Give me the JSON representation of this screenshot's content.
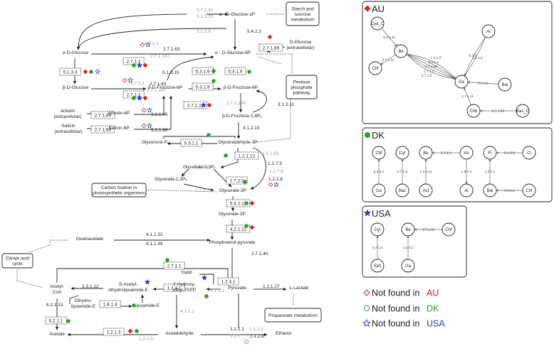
{
  "compounds": [
    {
      "id": "c1",
      "text": "α - D-Glucose-1P"
    },
    {
      "id": "c2",
      "text": "α D-Glucose"
    },
    {
      "id": "c3",
      "text": "α - D-Glucose-6P"
    },
    {
      "id": "c4",
      "text": "β-D-Glucose"
    },
    {
      "id": "c5",
      "text": "β-D-Fructose-6P"
    },
    {
      "id": "c6",
      "text": "β-D-Fructose-6P"
    },
    {
      "id": "c7",
      "text": "β-D-Fructose-1,6P₂"
    },
    {
      "id": "c8",
      "text": "Arbutin"
    },
    {
      "id": "c9",
      "text": "(extracellular)"
    },
    {
      "id": "c10",
      "text": "Arbutin-6P"
    },
    {
      "id": "c11",
      "text": "Salicin"
    },
    {
      "id": "c12",
      "text": "(extracellular)"
    },
    {
      "id": "c13",
      "text": "Salicin-6P"
    },
    {
      "id": "c14",
      "text": "D-Glucose"
    },
    {
      "id": "c15",
      "text": "(extracellular)"
    },
    {
      "id": "c16",
      "text": "Glycerone-P"
    },
    {
      "id": "c17",
      "text": "Glyceraldehyde-3P"
    },
    {
      "id": "c18",
      "text": "Glycerate-1,3P₂"
    },
    {
      "id": "c19",
      "text": "Glycerate-2,3P₂"
    },
    {
      "id": "c20",
      "text": "Glycerate-3P"
    },
    {
      "id": "c21",
      "text": "Glycerate-2P"
    },
    {
      "id": "c22",
      "text": "Oxaloacetate"
    },
    {
      "id": "c23",
      "text": "Phosphoenol-pyruvate"
    },
    {
      "id": "c24",
      "text": "ThPP"
    },
    {
      "id": "c25",
      "text": "Acetyl-"
    },
    {
      "id": "c26",
      "text": "CoA"
    },
    {
      "id": "c27",
      "text": "S-Acetyl-"
    },
    {
      "id": "c28",
      "text": "dihydrolipoamide-E"
    },
    {
      "id": "c29",
      "text": "2-Hydroxy-"
    },
    {
      "id": "c30",
      "text": "ethyl-ThPP"
    },
    {
      "id": "c31",
      "text": "Pyruvate"
    },
    {
      "id": "c32",
      "text": "L-Lactate"
    },
    {
      "id": "c33",
      "text": "Dihydro-"
    },
    {
      "id": "c34",
      "text": "lipoamide-E"
    },
    {
      "id": "c35",
      "text": "Lipoamide-E"
    },
    {
      "id": "c36",
      "text": "Acetate"
    },
    {
      "id": "c37",
      "text": "Acetaldehyde"
    },
    {
      "id": "c38",
      "text": "Ethanol"
    }
  ],
  "boxes": [
    {
      "id": "b1",
      "lines": [
        "Starch and",
        "sucrose",
        "metabolism"
      ]
    },
    {
      "id": "b2",
      "lines": [
        "Pentose",
        "phosphate",
        "pathway"
      ]
    },
    {
      "id": "b3",
      "lines": [
        "Carbon fixation in",
        "photosynthetic organisms"
      ]
    },
    {
      "id": "b4",
      "lines": [
        "Citrate acid",
        "cycle"
      ]
    },
    {
      "id": "b5",
      "lines": [
        "Propanoate metabolism"
      ]
    }
  ],
  "dashed_ec_boxes": [
    {
      "id": "d1",
      "text": "5.1.3.3"
    },
    {
      "id": "d2",
      "text": "2.7.1.2"
    },
    {
      "id": "d3",
      "text": "2.7.1.2"
    },
    {
      "id": "d4",
      "text": "5.3.1.9"
    },
    {
      "id": "d5",
      "text": "5.3.1.9"
    },
    {
      "id": "d6",
      "text": "5.3.1.9"
    },
    {
      "id": "d7",
      "text": "2.7.1.69"
    },
    {
      "id": "d8",
      "text": "2.7.1.11"
    },
    {
      "id": "d9",
      "text": "2.7.1.69"
    },
    {
      "id": "d10",
      "text": "2.7.1.69"
    },
    {
      "id": "d11",
      "text": "5.3.1.1"
    },
    {
      "id": "d12",
      "text": "1.2.1.12"
    },
    {
      "id": "d13",
      "text": "2.7.2.3"
    },
    {
      "id": "d14",
      "text": "5.4.2.11"
    },
    {
      "id": "d15",
      "text": "4.2.1.11"
    },
    {
      "id": "d16",
      "text": "2.7.1.1"
    },
    {
      "id": "d17",
      "text": "1.2.4.1"
    },
    {
      "id": "d18",
      "text": "1.2.4.1"
    },
    {
      "id": "d19",
      "text": "1.8.1.4"
    },
    {
      "id": "d20",
      "text": "6.2.1.1"
    },
    {
      "id": "d21",
      "text": "1.2.1.3"
    }
  ],
  "ec_labels": [
    {
      "id": "e1",
      "text": "2.7.1.41",
      "grey": true
    },
    {
      "id": "e2",
      "text": "3.1.3.10",
      "grey": true
    },
    {
      "id": "e3",
      "text": "3.1.3.9",
      "grey": true
    },
    {
      "id": "e4",
      "text": "5.4.2.2",
      "grey": false
    },
    {
      "id": "e5",
      "text": "2.7.1.1",
      "grey": true
    },
    {
      "id": "e6",
      "text": "2.7.1.63",
      "grey": false
    },
    {
      "id": "e7",
      "text": "2.7.1.147",
      "grey": true
    },
    {
      "id": "e8",
      "text": "5.1.3.15",
      "grey": false
    },
    {
      "id": "e9",
      "text": "2.7.1.1",
      "grey": true
    },
    {
      "id": "e10",
      "text": "2.7.1.63",
      "grey": false
    },
    {
      "id": "e11",
      "text": "2.7.1.147",
      "grey": true
    },
    {
      "id": "e12",
      "text": "2.7.1.146",
      "grey": true
    },
    {
      "id": "e13",
      "text": "3.2.1.86",
      "grey": false
    },
    {
      "id": "e14",
      "text": "3.2.1.86",
      "grey": false
    },
    {
      "id": "e15",
      "text": "3.1.3.11",
      "grey": false
    },
    {
      "id": "e16",
      "text": "4.1.2.13",
      "grey": false
    },
    {
      "id": "e17",
      "text": "1.2.1.59",
      "grey": true
    },
    {
      "id": "e18",
      "text": "5.4.2.4",
      "grey": true
    },
    {
      "id": "e19",
      "text": "1.2.7.5",
      "grey": false
    },
    {
      "id": "e20",
      "text": "1.2.7.6",
      "grey": true
    },
    {
      "id": "e21",
      "text": "1.2.1.9",
      "grey": false
    },
    {
      "id": "e22",
      "text": "3.1.3.13",
      "grey": true
    },
    {
      "id": "e23",
      "text": "4.1.1.32",
      "grey": false
    },
    {
      "id": "e24",
      "text": "4.1.1.49",
      "grey": false
    },
    {
      "id": "e25",
      "text": "2.7.1.40",
      "grey": false
    },
    {
      "id": "e26",
      "text": "2.3.1.12",
      "grey": false
    },
    {
      "id": "e27",
      "text": "4.1.1.1",
      "grey": true
    },
    {
      "id": "e28",
      "text": "1.1.1.27",
      "grey": false
    },
    {
      "id": "e29",
      "text": "6.2.1.13",
      "grey": false
    },
    {
      "id": "e30",
      "text": "4.1.1.1",
      "grey": true
    },
    {
      "id": "e31",
      "text": "1.2.1.5",
      "grey": true
    },
    {
      "id": "e32",
      "text": "1.1.1.1",
      "grey": false
    },
    {
      "id": "e33",
      "text": "1.1.1.2",
      "grey": true
    },
    {
      "id": "e34",
      "text": "1.2.7.",
      "grey": true
    },
    {
      "id": "e35",
      "text": "1.1.2.8",
      "grey": false
    }
  ],
  "panels": [
    {
      "id": "AU",
      "title": "AU",
      "symbol": "◆",
      "color": "#e0201b",
      "nodes": [
        {
          "id": "Cya_C",
          "label": "Cya_C"
        },
        {
          "id": "Be",
          "label": "Be"
        },
        {
          "id": "Al",
          "label": "Al"
        },
        {
          "id": "Chf",
          "label": "Chf"
        },
        {
          "id": "Ga",
          "label": "Ga"
        },
        {
          "id": "Bai",
          "label": "Bai"
        },
        {
          "id": "Chb",
          "label": "Chb"
        },
        {
          "id": "Bac_C",
          "label": "Bac_C"
        }
      ],
      "edges": [
        {
          "from": "Cya_C",
          "to": "Be",
          "label": "4.2.1.11"
        },
        {
          "from": "Be",
          "to": "Chf",
          "label": "2.7.1.11"
        },
        {
          "from": "Be",
          "to": "Ga",
          "label": "1.2.1.3"
        },
        {
          "from": "Be",
          "to": "Ga",
          "label": "6.2.1.1"
        },
        {
          "from": "Be",
          "to": "Ga",
          "label": "2.7.1.69"
        },
        {
          "from": "Be",
          "to": "Ga",
          "label": "2.7.1.2"
        },
        {
          "from": "Be",
          "to": "Ga",
          "label": "2.7.2.3"
        },
        {
          "from": "Al",
          "to": "Ga",
          "label": "1.2.1.3"
        },
        {
          "from": "Al",
          "to": "Ga",
          "label": "5.3.3"
        },
        {
          "from": "Bai",
          "to": "Ga",
          "label": "5.4.2.1"
        },
        {
          "from": "Chb",
          "to": "Ga",
          "label": "2.7.1.11"
        },
        {
          "from": "Bac_C",
          "to": "Chb",
          "label": "2.7.1.69"
        }
      ]
    },
    {
      "id": "DK",
      "title": "DK",
      "symbol": "●",
      "color": "#2aa02a",
      "nodes": [
        {
          "id": "Chf",
          "label": "Chf"
        },
        {
          "id": "Cyt",
          "label": "Cyt"
        },
        {
          "id": "Be",
          "label": "Be"
        },
        {
          "id": "An",
          "label": "An"
        },
        {
          "id": "Fl",
          "label": "Fl"
        },
        {
          "id": "Cl",
          "label": "Cl"
        },
        {
          "id": "Ga",
          "label": "Ga"
        },
        {
          "id": "Bac",
          "label": "Bac"
        },
        {
          "id": "Act",
          "label": "Act"
        },
        {
          "id": "Al",
          "label": "Al"
        },
        {
          "id": "Bai",
          "label": "Bai"
        },
        {
          "id": "Chl",
          "label": "Chl"
        }
      ],
      "edges": [
        {
          "from": "Ga",
          "to": "Chf",
          "label": "5.4.2.1"
        },
        {
          "from": "Bac",
          "to": "Cyt",
          "label": "2.7.1.2"
        },
        {
          "from": "Act",
          "to": "Be",
          "label": "1.2.1.12"
        },
        {
          "from": "An",
          "to": "Be",
          "label": "2.7.1.2"
        },
        {
          "from": "An",
          "to": "Al",
          "label": "1.8.1.4"
        },
        {
          "from": "Cl",
          "to": "Fl",
          "label": "5.1.3.3"
        },
        {
          "from": "Bai",
          "to": "Fl",
          "label": "1.2.7.1"
        },
        {
          "from": "Chl",
          "to": "Bai",
          "label": "5.3.1.1"
        }
      ]
    },
    {
      "id": "USA",
      "title": "USA",
      "symbol": "★",
      "color": "#1f3fbf",
      "nodes": [
        {
          "id": "Cyt",
          "label": "Cyt"
        },
        {
          "id": "Be",
          "label": "Be"
        },
        {
          "id": "Chf",
          "label": "Chf"
        },
        {
          "id": "Sph",
          "label": "Sph"
        },
        {
          "id": "Ga",
          "label": "Ga"
        }
      ],
      "edges": [
        {
          "from": "Chf",
          "to": "Be",
          "label": "2.7.1.11"
        },
        {
          "from": "Sph",
          "to": "Cyt",
          "label": "2.7.1.2"
        },
        {
          "from": "Ga",
          "to": "Be",
          "label": "1.2.4.1"
        }
      ]
    }
  ],
  "legend": [
    {
      "id": "l1",
      "symbol": "◇",
      "prefix": "Not found in ",
      "place": "AU",
      "color": "#e0201b"
    },
    {
      "id": "l2",
      "symbol": "○",
      "prefix": "Not found in ",
      "place": "DK",
      "color": "#2aa02a"
    },
    {
      "id": "l3",
      "symbol": "☆",
      "prefix": "Not found in ",
      "place": "USA",
      "color": "#1f3fbf"
    }
  ],
  "marker_colors": {
    "au": "#e0201b",
    "dk": "#2aa02a",
    "usa": "#1f3fbf"
  }
}
